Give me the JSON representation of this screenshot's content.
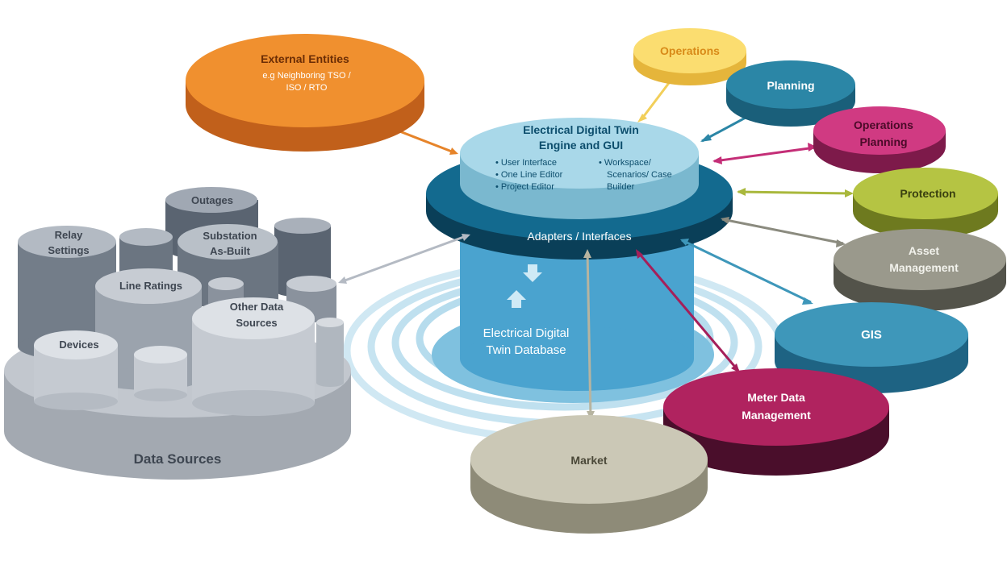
{
  "diagram": {
    "center": {
      "engine_title_line1": "Electrical Digital Twin",
      "engine_title_line2": "Engine and GUI",
      "engine_items_left": [
        "• User Interface",
        "• One Line Editor",
        "• Project Editor"
      ],
      "engine_items_right": [
        "• Workspace/",
        "Scenarios/ Case",
        "Builder"
      ],
      "adapters_label": "Adapters / Interfaces",
      "database_line1": "Electrical Digital",
      "database_line2": "Twin Database"
    },
    "external": {
      "title": "External Entities",
      "line2": "e.g Neighboring TSO /",
      "line3": "ISO / RTO"
    },
    "data_sources": {
      "label": "Data Sources",
      "items": {
        "outages": "Outages",
        "relay_line1": "Relay",
        "relay_line2": "Settings",
        "substation_line1": "Substation",
        "substation_line2": "As-Built",
        "line_ratings": "Line Ratings",
        "other_line1": "Other Data",
        "other_line2": "Sources",
        "devices": "Devices"
      }
    },
    "nodes": {
      "operations": "Operations",
      "planning": "Planning",
      "operations_planning_line1": "Operations",
      "operations_planning_line2": "Planning",
      "protection": "Protection",
      "asset_line1": "Asset",
      "asset_line2": "Management",
      "gis": "GIS",
      "meter_line1": "Meter Data",
      "meter_line2": "Management",
      "market": "Market"
    }
  },
  "colors": {
    "operations": "#f7d35a",
    "planning": "#2b86a6",
    "operations_planning": "#c42e77",
    "protection": "#a9b83c",
    "asset": "#8b8b7f",
    "gis": "#3e97ba",
    "meter": "#a51f5a",
    "market": "#c9c6b2",
    "external": "#e6842a",
    "engine_top": "#a9d8e9",
    "adapters": "#0f5a7a",
    "database": "#4aa3cf",
    "data_sources_base": "#c2c7ce"
  }
}
